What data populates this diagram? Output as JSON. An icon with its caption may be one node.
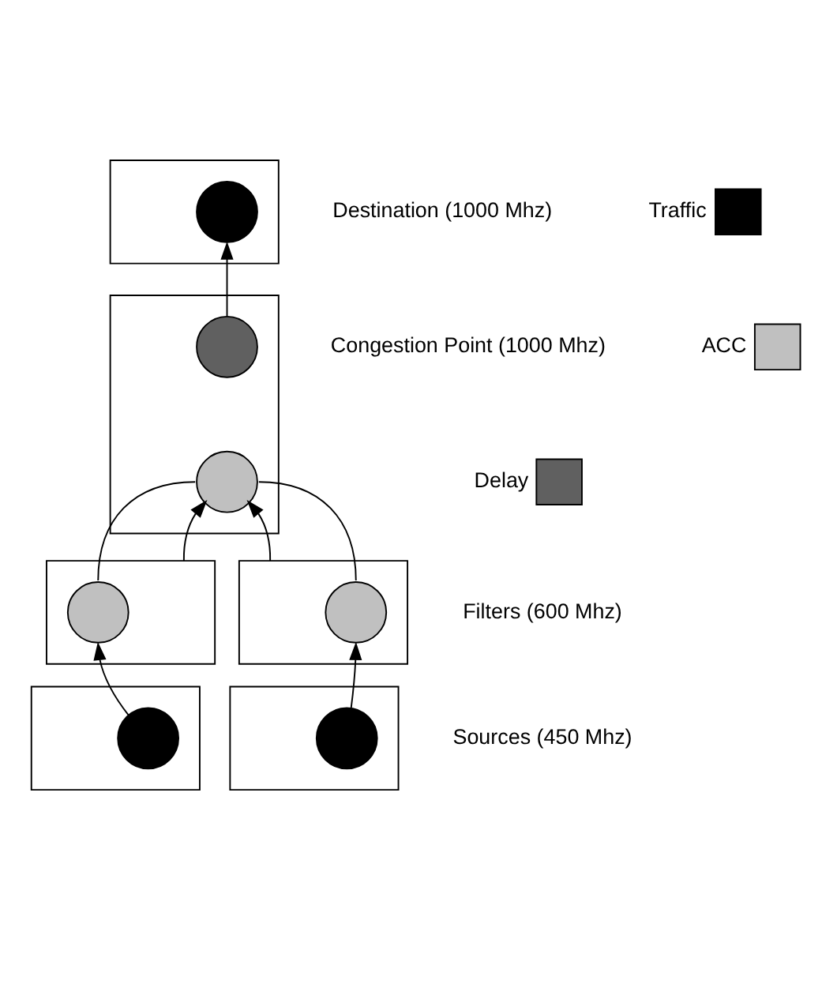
{
  "diagram": {
    "nodes": [
      {
        "text": [],
        "shape": "box",
        "beside": [
          "Destination (1000 Mhz)"
        ]
      },
      {
        "text": [],
        "shape": "circle",
        "in": 0
      },
      {
        "text": [],
        "shape": "box",
        "beside": [
          "Congestion Point (1000 Mhz)"
        ]
      },
      {
        "text": [],
        "shape": "circle",
        "in": 2
      },
      {
        "text": [],
        "shape": "circle",
        "in": 2
      },
      {
        "text": [],
        "shape": "box"
      },
      {
        "text": [],
        "shape": "circle",
        "in": 5
      },
      {
        "text": [],
        "shape": "box"
      },
      {
        "text": [],
        "shape": "circle",
        "in": 7
      },
      {
        "text": [],
        "shape": "box"
      },
      {
        "text": [],
        "shape": "circle",
        "in": 9
      },
      {
        "text": [],
        "shape": "box"
      },
      {
        "text": [],
        "shape": "circle",
        "in": 11
      }
    ],
    "edges": [
      {
        "from": 10,
        "to": 6,
        "arrow": "to"
      },
      {
        "from": 12,
        "to": 8,
        "arrow": "to"
      },
      {
        "from": 5,
        "to": 4,
        "arrow": "to"
      },
      {
        "from": 7,
        "to": 4,
        "arrow": "to"
      },
      {
        "from": 6,
        "to": 4,
        "arrow": "none"
      },
      {
        "from": 8,
        "to": 4,
        "arrow": "none"
      },
      {
        "from": 3,
        "to": 1,
        "arrow": "to"
      }
    ],
    "labels": [
      "Filters (600 Mhz)",
      "Sources (450 Mhz)"
    ],
    "legend": [
      {
        "text": "Traffic",
        "color": "#000000"
      },
      {
        "text": "ACC",
        "color": "#c0c0c0"
      },
      {
        "text": "Delay",
        "color": "#606060"
      }
    ]
  }
}
